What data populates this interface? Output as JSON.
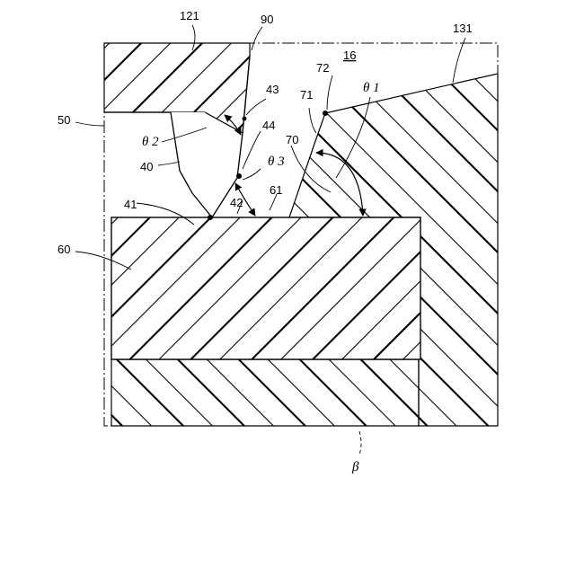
{
  "labels": {
    "ref_121": "121",
    "ref_90": "90",
    "ref_131": "131",
    "ref_16": "16",
    "ref_72": "72",
    "ref_theta1": "θ 1",
    "ref_43": "43",
    "ref_71": "71",
    "ref_50": "50",
    "ref_44": "44",
    "ref_theta2": "θ 2",
    "ref_70": "70",
    "ref_theta3": "θ 3",
    "ref_40": "40",
    "ref_61": "61",
    "ref_42": "42",
    "ref_41": "41",
    "ref_60": "60",
    "ref_beta": "β"
  }
}
